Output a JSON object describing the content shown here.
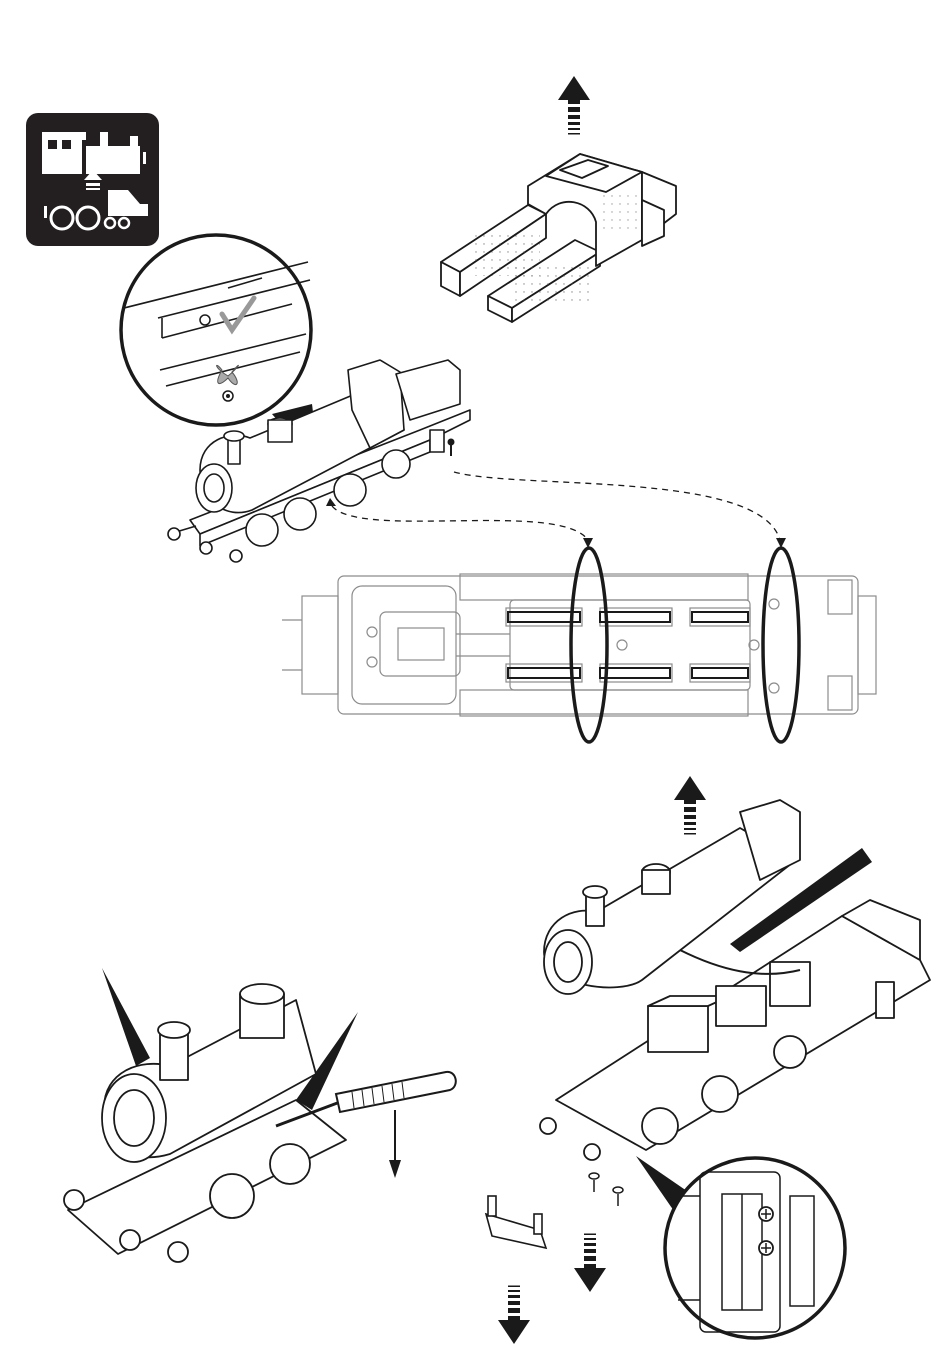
{
  "page": {
    "background": "#ffffff",
    "ink": "#1a1a1a",
    "line_gray": "#8c8c8c",
    "badge_fill": "#231f20"
  },
  "badge": {
    "icon": "loco-body-removal-icon"
  },
  "steps": [
    {
      "id": "step-remove-cab-hood",
      "icon": "up-arrow-icon"
    },
    {
      "id": "step-screw-detail",
      "icons": [
        "screw-ok-icon",
        "screw-no-icon"
      ]
    },
    {
      "id": "step-underside-clips",
      "icon": "dashed-arrow-icon"
    },
    {
      "id": "step-pry-body",
      "icon": "screwdriver-icon"
    },
    {
      "id": "step-lift-boiler",
      "icon": "up-arrow-icon"
    },
    {
      "id": "step-remove-screws",
      "icon": "down-arrow-icon"
    },
    {
      "id": "step-screw-position-detail",
      "icon": "screw-icon"
    }
  ]
}
